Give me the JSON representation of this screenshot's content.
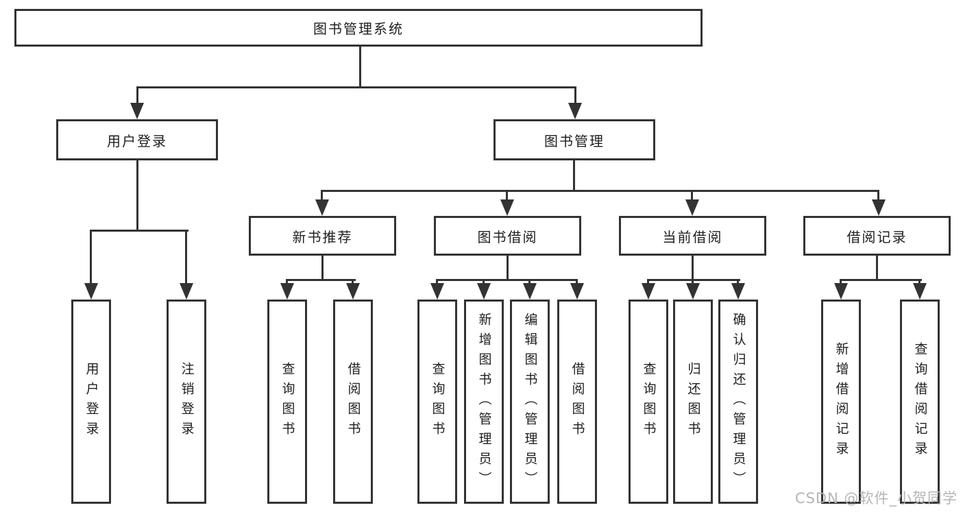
{
  "diagram": {
    "root": {
      "label": "图书管理系统"
    },
    "branches": [
      {
        "label": "用户登录",
        "children": [
          {
            "label": "用户登录"
          },
          {
            "label": "注销登录"
          }
        ]
      },
      {
        "label": "图书管理",
        "children": [
          {
            "label": "新书推荐",
            "children": [
              {
                "label": "查询图书"
              },
              {
                "label": "借阅图书"
              }
            ]
          },
          {
            "label": "图书借阅",
            "children": [
              {
                "label": "查询图书"
              },
              {
                "label": "新增图书（管理员）"
              },
              {
                "label": "编辑图书（管理员）"
              },
              {
                "label": "借阅图书"
              }
            ]
          },
          {
            "label": "当前借阅",
            "children": [
              {
                "label": "查询图书"
              },
              {
                "label": "归还图书"
              },
              {
                "label": "确认归还（管理员）"
              }
            ]
          },
          {
            "label": "借阅记录",
            "children": [
              {
                "label": "新增借阅记录"
              },
              {
                "label": "查询借阅记录"
              }
            ]
          }
        ]
      }
    ]
  },
  "watermark": {
    "text": "CSDN @软件_小贺同学"
  },
  "colors": {
    "line": "#333333",
    "text": "#1f1f1f",
    "watermark": "#b5b5b5",
    "background": "#ffffff"
  }
}
